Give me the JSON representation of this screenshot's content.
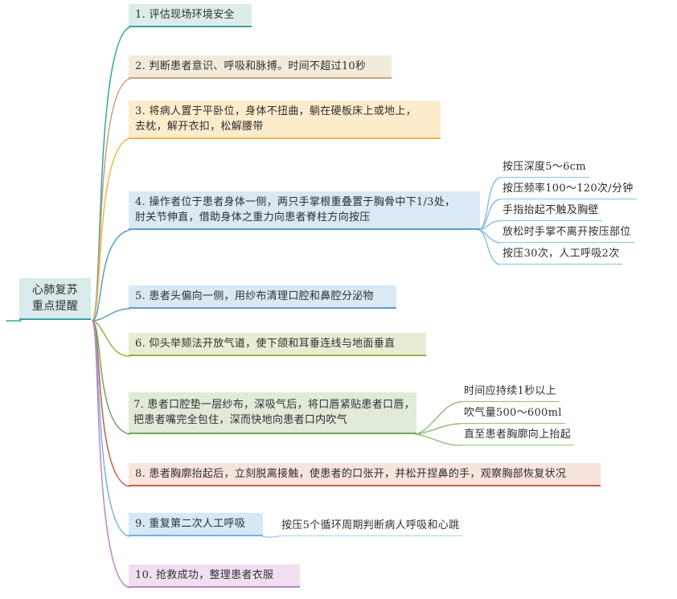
{
  "title": "心肺复苏重点提醒思维导图",
  "root": {
    "label": "心肺复苏\n重点提醒",
    "fill": "#d8eaea",
    "line": "#3aa2a2"
  },
  "branches": [
    {
      "label": "1. 评估现场环境安全",
      "fill": "#dcece9",
      "line": "#3aa2a2"
    },
    {
      "label": "2. 判断患者意识、呼吸和脉搏。时间不超过10秒",
      "fill": "#f2ebdb",
      "line": "#c6a376"
    },
    {
      "label": "3. 将病人置于平卧位，身体不扭曲，躺在硬板床上或地上，\n去枕，解开衣扣，松解腰带",
      "fill": "#fdeccb",
      "line": "#f2b646"
    },
    {
      "label": "4. 操作者位于患者身体一侧，两只手掌根重叠置于胸骨中下1/3处，\n肘关节伸直，借助身体之重力向患者脊柱方向按压",
      "fill": "#d9e8f3",
      "line": "#5c9dc8",
      "child_line": "#8cc0e2",
      "children": [
        "按压深度5～6cm",
        "按压频率100～120次/分钟",
        "手指抬起不触及胸壁",
        "放松时手掌不离开按压部位",
        "按压30次，人工呼吸2次"
      ]
    },
    {
      "label": "5. 患者头偏向一侧，用纱布清理口腔和鼻腔分泌物",
      "fill": "#d9e8f3",
      "line": "#5c9dc8"
    },
    {
      "label": "6. 仰头举颏法开放气道，使下颌和耳垂连线与地面垂直",
      "fill": "#e7ecd3",
      "line": "#98b13c"
    },
    {
      "label": "7. 患者口腔垫一层纱布，深吸气后，将口唇紧贴患者口唇，\n把患者嘴完全包住，深而快地向患者口内吹气",
      "fill": "#dfead8",
      "line": "#74a65a",
      "child_line": "#93bd7f",
      "children": [
        "时间应持续1秒以上",
        "吹气量500～600ml",
        "直至患者胸廓向上抬起"
      ]
    },
    {
      "label": "8. 患者胸廓抬起后，立刻脱离接触，使患者的口张开，并松开捏鼻的手，观察胸部恢复状况",
      "fill": "#f8e3de",
      "line": "#c5604a"
    },
    {
      "label": "9. 重复第二次人工呼吸",
      "fill": "#d4e8f8",
      "line": "#74b3e3",
      "child_line": "#a8cfec",
      "children": [
        "按压5个循环周期判断病人呼吸和心跳"
      ]
    },
    {
      "label": "10. 抢救成功，整理患者衣服",
      "fill": "#efdff1",
      "line": "#bb85c2"
    }
  ]
}
